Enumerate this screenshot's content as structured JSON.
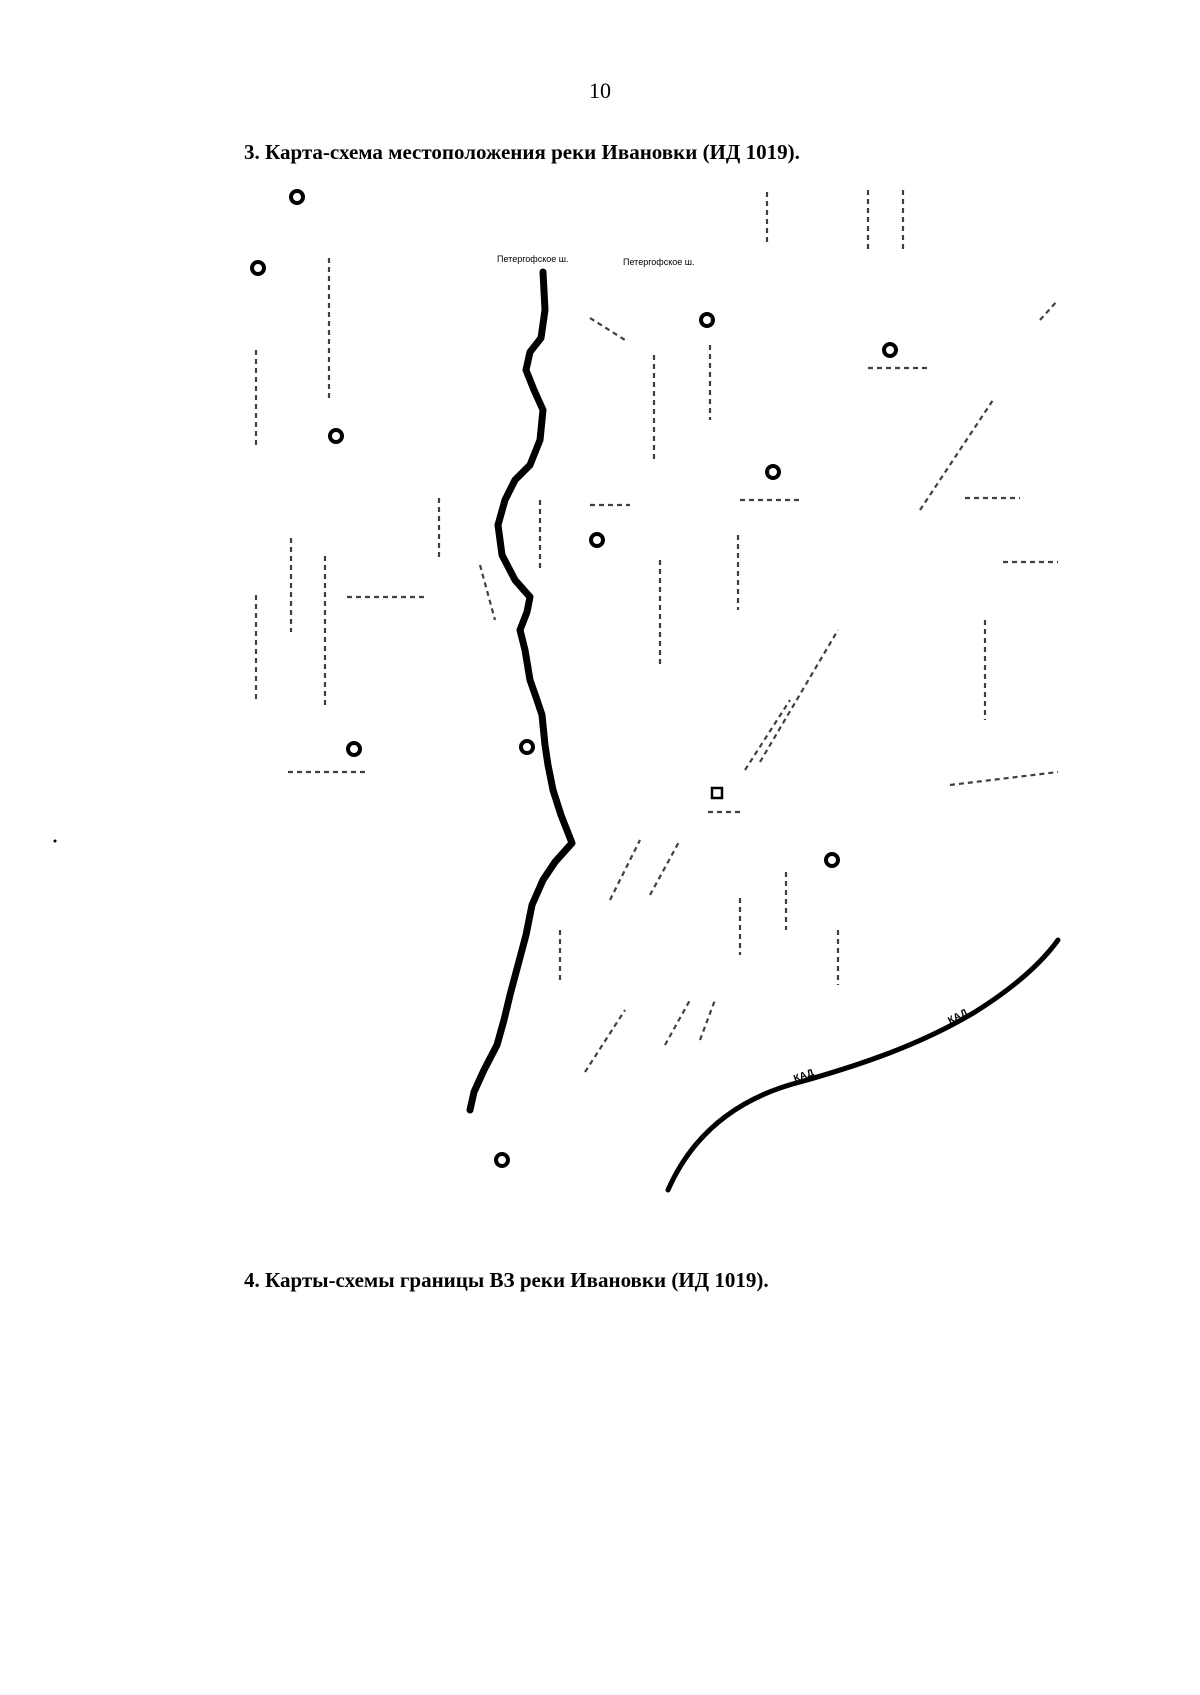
{
  "page": {
    "number": "10",
    "heading_map_location": "3. Карта-схема местоположения реки Ивановки (ИД 1019).",
    "heading_map_boundary": "4. Карты-схемы границы ВЗ реки Ивановки (ИД 1019)."
  },
  "map": {
    "road_labels": {
      "petergof_1": "Петергофское ш.",
      "petergof_2": "Петергофское ш."
    },
    "ring_road": {
      "label_1": "КАД",
      "label_2": "КАД"
    },
    "icons": {
      "marker": "circle-marker-icon"
    }
  }
}
